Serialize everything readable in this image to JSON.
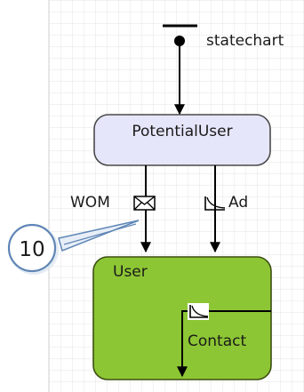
{
  "diagram": {
    "entry_label": "statechart",
    "state_potential": "PotentialUser",
    "state_user": "User",
    "transition_left_label": "WOM",
    "transition_right_label": "Ad",
    "internal_transition_label": "Contact",
    "callout_number": "10",
    "icons": {
      "message": "envelope-icon",
      "rate": "rate-curve-icon"
    },
    "colors": {
      "potential_fill": "#e6e6fb",
      "potential_stroke": "#4a4a4a",
      "user_fill": "#8dc634",
      "user_stroke": "#3c4f12",
      "callout_stroke": "#5f86b6",
      "grid": "#e7e7e7"
    }
  }
}
